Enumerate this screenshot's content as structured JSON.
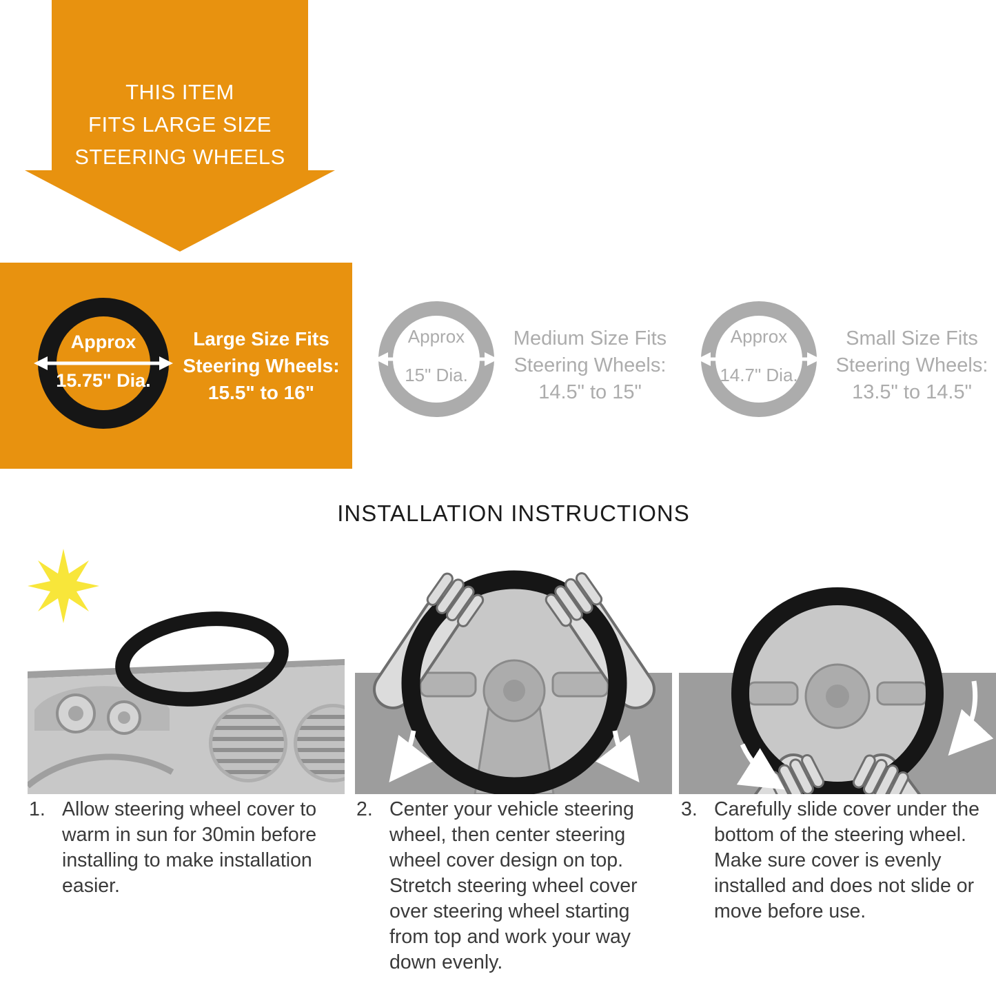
{
  "colors": {
    "orange": "#E8920F",
    "ring_black": "#161616",
    "gray": "#ACACAC",
    "step_text": "#3A3A3A",
    "sun_yellow": "#F8E63A"
  },
  "banner": {
    "lines": [
      "THIS ITEM",
      "FITS LARGE SIZE",
      "STEERING WHEELS"
    ]
  },
  "sizes": [
    {
      "name": "large",
      "approx_label": "Approx",
      "diameter": "15.75\" Dia.",
      "desc": [
        "Large Size Fits",
        "Steering Wheels:",
        "15.5\" to 16\""
      ]
    },
    {
      "name": "medium",
      "approx_label": "Approx",
      "diameter": "15\" Dia.",
      "desc": [
        "Medium Size Fits",
        "Steering Wheels:",
        "14.5\" to 15\""
      ]
    },
    {
      "name": "small",
      "approx_label": "Approx",
      "diameter": "14.7\" Dia.",
      "desc": [
        "Small Size Fits",
        "Steering Wheels:",
        "13.5\" to 14.5\""
      ]
    }
  ],
  "installation": {
    "title": "INSTALLATION INSTRUCTIONS",
    "steps": [
      {
        "number": "1.",
        "text": "Allow steering wheel cover to warm in sun for 30min before installing to make installation easier."
      },
      {
        "number": "2.",
        "text": "Center your vehicle steering wheel, then center steering wheel cover design on top. Stretch steering wheel cover over steering wheel starting from top and work your way down evenly."
      },
      {
        "number": "3.",
        "text": "Carefully slide cover under the bottom of the steering wheel. Make sure cover is evenly installed and does not slide or move before use."
      }
    ]
  },
  "icons": {
    "sun": "sun-icon",
    "measure_arrow": "diameter-arrow-icon",
    "down_arrow": "down-arrow-icon"
  }
}
